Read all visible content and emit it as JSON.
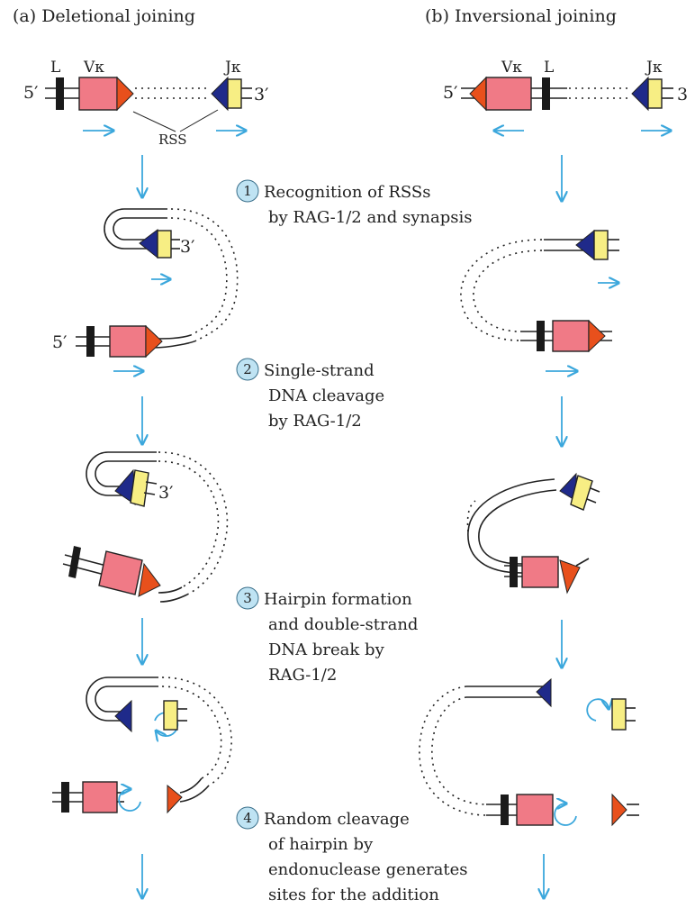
{
  "panels": {
    "left_title": "(a) Deletional joining",
    "right_title": "(b) Inversional joining"
  },
  "segments": {
    "L": "L",
    "V": "Vκ",
    "J": "Jκ",
    "rss": "RSS",
    "five_prime": "5′",
    "three_prime": "3′",
    "three_trunc": "3"
  },
  "steps": [
    {
      "number": "1",
      "lines": [
        "Recognition of RSSs",
        "by RAG-1/2 and synapsis"
      ]
    },
    {
      "number": "2",
      "lines": [
        "Single-strand",
        "DNA cleavage",
        "by RAG-1/2"
      ]
    },
    {
      "number": "3",
      "lines": [
        "Hairpin formation",
        "and double-strand",
        "DNA break by",
        "RAG-1/2"
      ]
    },
    {
      "number": "4",
      "lines": [
        "Random cleavage",
        "of hairpin by",
        "endonuclease generates",
        "sites for the addition"
      ]
    }
  ],
  "colors": {
    "segment_fill": "#f07a86",
    "orange_rss": "#e8501c",
    "blue_rss": "#1f2a8a",
    "j_fill": "#f7ee84",
    "arrow": "#3ba7dc",
    "step_circle": "#bfe3f3",
    "leader": "#1a1a1a"
  }
}
